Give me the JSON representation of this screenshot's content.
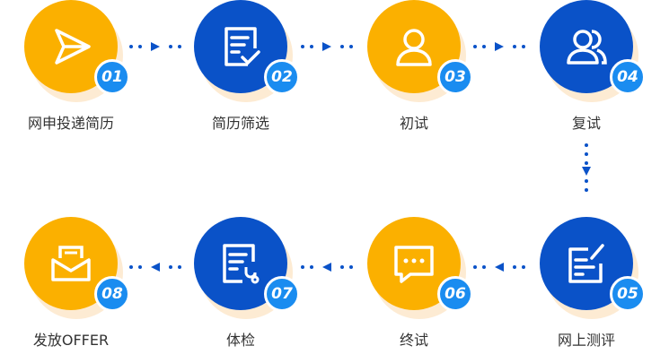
{
  "colors": {
    "orange": "#fbb000",
    "blue": "#0a52c8",
    "badge": "#1a8cf0"
  },
  "steps": [
    {
      "num": "01",
      "label": "网申投递简历",
      "icon": "send-icon",
      "color": "orange"
    },
    {
      "num": "02",
      "label": "简历筛选",
      "icon": "document-check-icon",
      "color": "blue"
    },
    {
      "num": "03",
      "label": "初试",
      "icon": "user-icon",
      "color": "orange"
    },
    {
      "num": "04",
      "label": "复试",
      "icon": "users-icon",
      "color": "blue"
    },
    {
      "num": "05",
      "label": "网上测评",
      "icon": "edit-icon",
      "color": "blue"
    },
    {
      "num": "06",
      "label": "终试",
      "icon": "chat-icon",
      "color": "orange"
    },
    {
      "num": "07",
      "label": "体检",
      "icon": "medical-report-icon",
      "color": "blue"
    },
    {
      "num": "08",
      "label": "发放OFFER",
      "icon": "mail-icon",
      "color": "orange"
    }
  ]
}
